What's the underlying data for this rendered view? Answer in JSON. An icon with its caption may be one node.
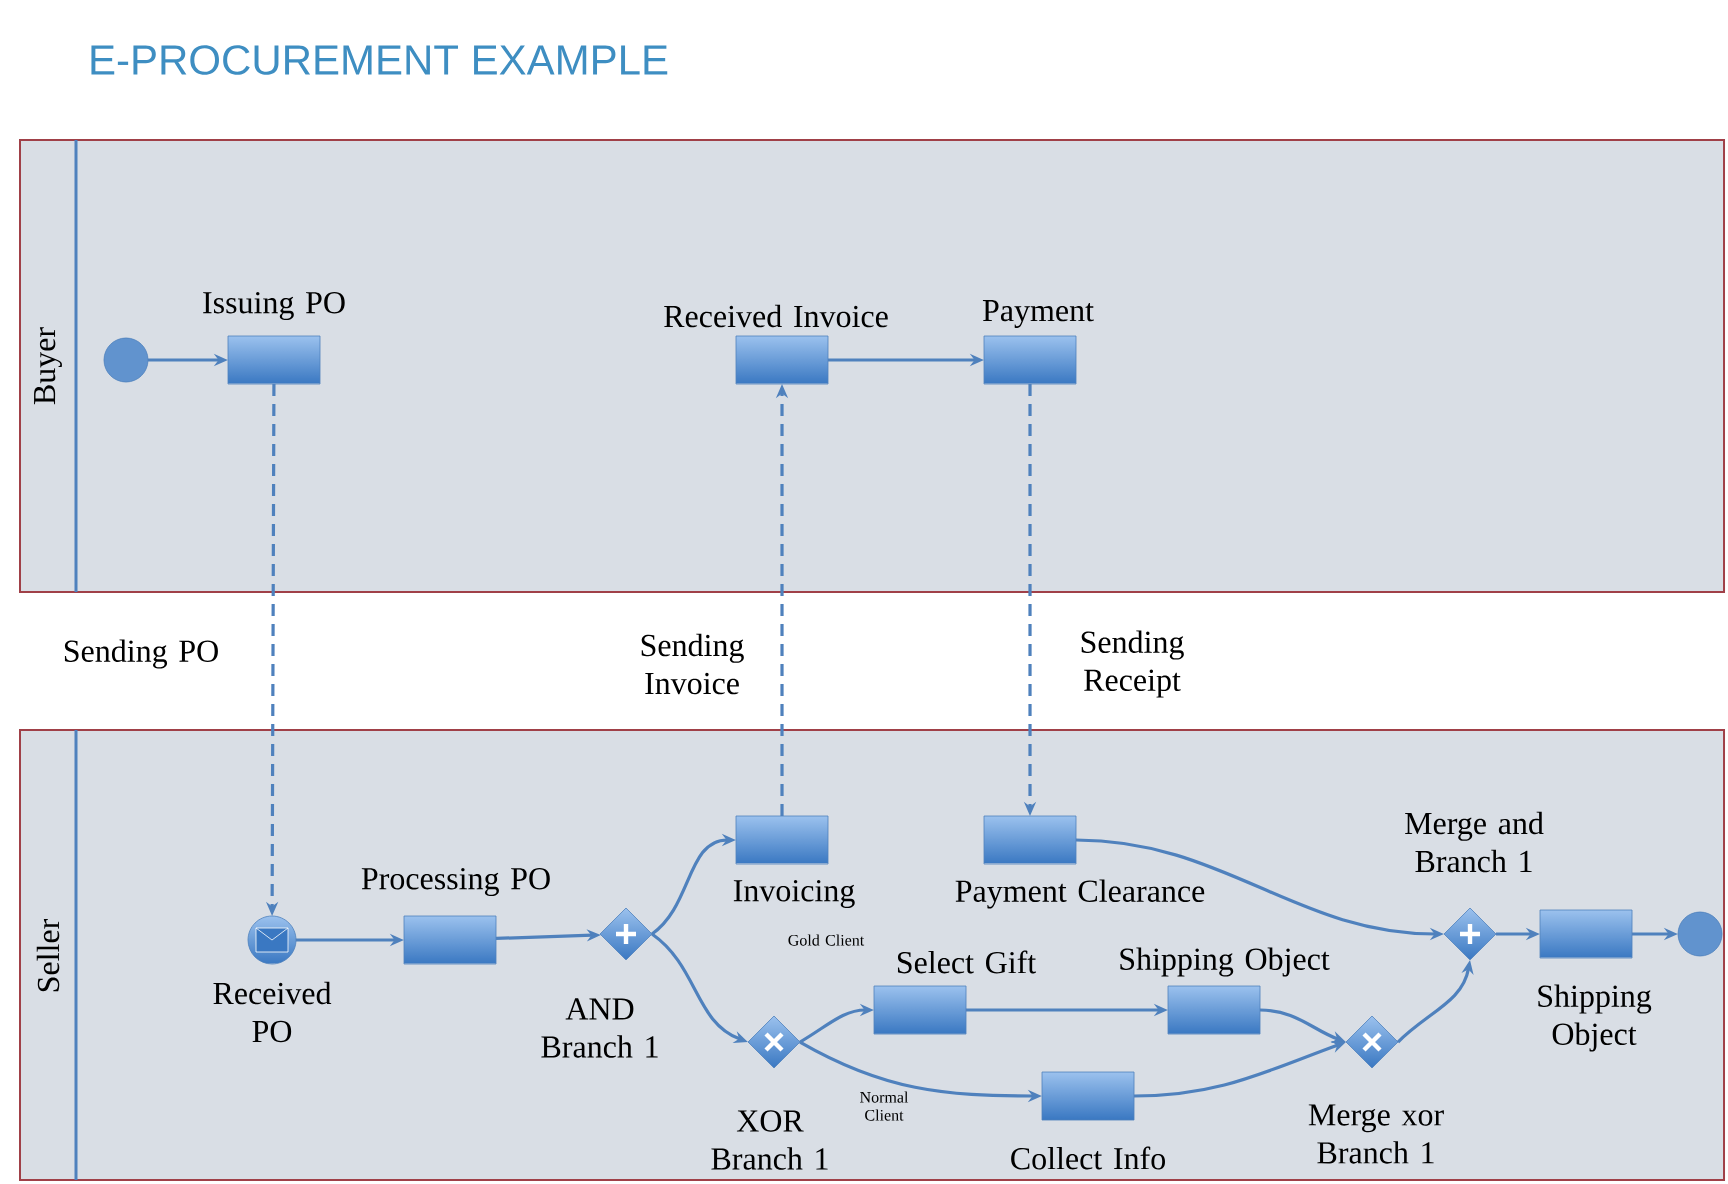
{
  "diagram": {
    "title": "E-PROCUREMENT EXAMPLE",
    "nodes": [
      {
        "text": [
          "Buyer"
        ]
      },
      {
        "text": [],
        "shape": "circle",
        "in": 0
      },
      {
        "text": [
          "Issuing PO"
        ],
        "in": 0
      },
      {
        "text": [
          "Received Invoice"
        ],
        "in": 0
      },
      {
        "text": [
          "Payment"
        ],
        "in": 0
      },
      {
        "text": [
          "Seller"
        ]
      },
      {
        "text": [
          "Received PO"
        ],
        "in": 5
      },
      {
        "text": [
          "Processing PO"
        ],
        "in": 5
      },
      {
        "text": [
          "AND Branch 1"
        ],
        "in": 5
      },
      {
        "text": [
          "Invoicing"
        ],
        "in": 5
      },
      {
        "text": [
          "XOR Branch 1"
        ],
        "in": 5
      },
      {
        "text": [
          "Payment Clearance"
        ],
        "in": 5
      },
      {
        "text": [
          "Select Gift"
        ],
        "in": 5
      },
      {
        "text": [
          "Shipping Object"
        ],
        "in": 5
      },
      {
        "text": [
          "Collect Info"
        ],
        "in": 5
      },
      {
        "text": [
          "Merge xor Branch 1"
        ],
        "in": 5
      },
      {
        "text": [
          "Merge and Branch 1"
        ],
        "in": 5
      },
      {
        "text": [
          "Shipping Object"
        ],
        "in": 5
      },
      {
        "text": [],
        "shape": "circle",
        "in": 5
      }
    ],
    "edges": [
      {
        "from": 1,
        "to": 2,
        "arrow": "to"
      },
      {
        "from": 2,
        "to": 6,
        "arrow": "to",
        "style": "dashed",
        "label": "Sending PO"
      },
      {
        "from": 9,
        "to": 3,
        "arrow": "to",
        "style": "dashed",
        "label": "Sending Invoice"
      },
      {
        "from": 3,
        "to": 4,
        "arrow": "to"
      },
      {
        "from": 4,
        "to": 11,
        "arrow": "to",
        "style": "dashed",
        "label": "Sending Receipt"
      },
      {
        "from": 6,
        "to": 7,
        "arrow": "to"
      },
      {
        "from": 7,
        "to": 8,
        "arrow": "to"
      },
      {
        "from": 8,
        "to": 9,
        "arrow": "to"
      },
      {
        "from": 8,
        "to": 10,
        "arrow": "to"
      },
      {
        "from": 10,
        "to": 12,
        "arrow": "to",
        "label": "Gold Client"
      },
      {
        "from": 10,
        "to": 14,
        "arrow": "to",
        "label": "Normal Client"
      },
      {
        "from": 12,
        "to": 13,
        "arrow": "to"
      },
      {
        "from": 13,
        "to": 15,
        "arrow": "to"
      },
      {
        "from": 14,
        "to": 15,
        "arrow": "to"
      },
      {
        "from": 11,
        "to": 16,
        "arrow": "to"
      },
      {
        "from": 15,
        "to": 16,
        "arrow": "to"
      },
      {
        "from": 16,
        "to": 17,
        "arrow": "to"
      },
      {
        "from": 17,
        "to": 18,
        "arrow": "to"
      }
    ]
  }
}
